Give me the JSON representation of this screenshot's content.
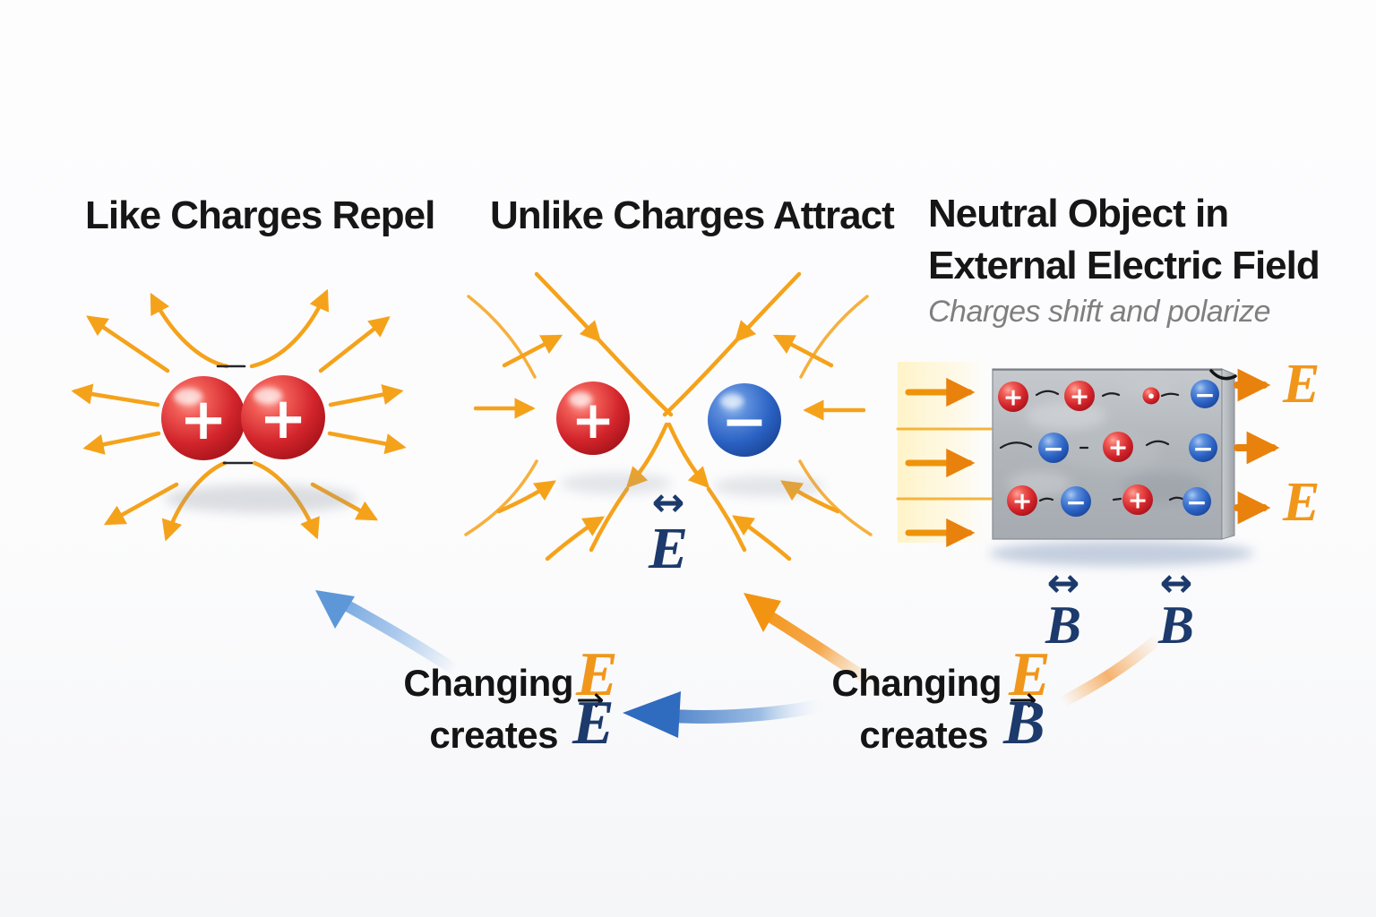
{
  "titles": {
    "left": "Like Charges Repel",
    "middle": "Unlike Charges Attract",
    "right_line1": "Neutral Object in",
    "right_line2": "External Electric Field",
    "right_subtitle": "Charges shift and polarize"
  },
  "labels": {
    "middle_field": "E",
    "right_e_top": "E",
    "right_e_bottom": "E",
    "b_left": "B",
    "b_right": "B"
  },
  "icons": {
    "double_arrow": "↔",
    "vector_arrow": "→"
  },
  "callouts": {
    "left": {
      "word1": "Changing",
      "word2": "creates",
      "top_letter": "E",
      "bottom_letter": "E"
    },
    "right": {
      "word1": "Changing",
      "word2": "creates",
      "top_letter": "E",
      "bottom_letter": "B"
    }
  },
  "sphere_charges": {
    "left_pair": [
      "+",
      "+"
    ],
    "middle_pair": [
      "+",
      "−"
    ]
  },
  "block_charges": [
    {
      "type": "red",
      "symbol": "+"
    },
    {
      "type": "red",
      "symbol": "+"
    },
    {
      "type": "red-small",
      "symbol": "•"
    },
    {
      "type": "blue",
      "symbol": "−"
    },
    {
      "type": "blue",
      "symbol": "−"
    },
    {
      "type": "red",
      "symbol": "+"
    },
    {
      "type": "blue",
      "symbol": "−"
    },
    {
      "type": "red",
      "symbol": "+"
    },
    {
      "type": "blue",
      "symbol": "−"
    },
    {
      "type": "red",
      "symbol": "+"
    },
    {
      "type": "blue",
      "symbol": "−"
    }
  ],
  "colors": {
    "field_orange": "#F5A21B",
    "deep_orange": "#E8820C",
    "letter_orange": "#F0971B",
    "navy": "#1C3A6B",
    "charge_red": "#C81E25",
    "charge_blue": "#2A64C6",
    "callout_blue": "#2F6BBE",
    "title_black": "#161616",
    "subtitle_gray": "#7F7F7F"
  }
}
